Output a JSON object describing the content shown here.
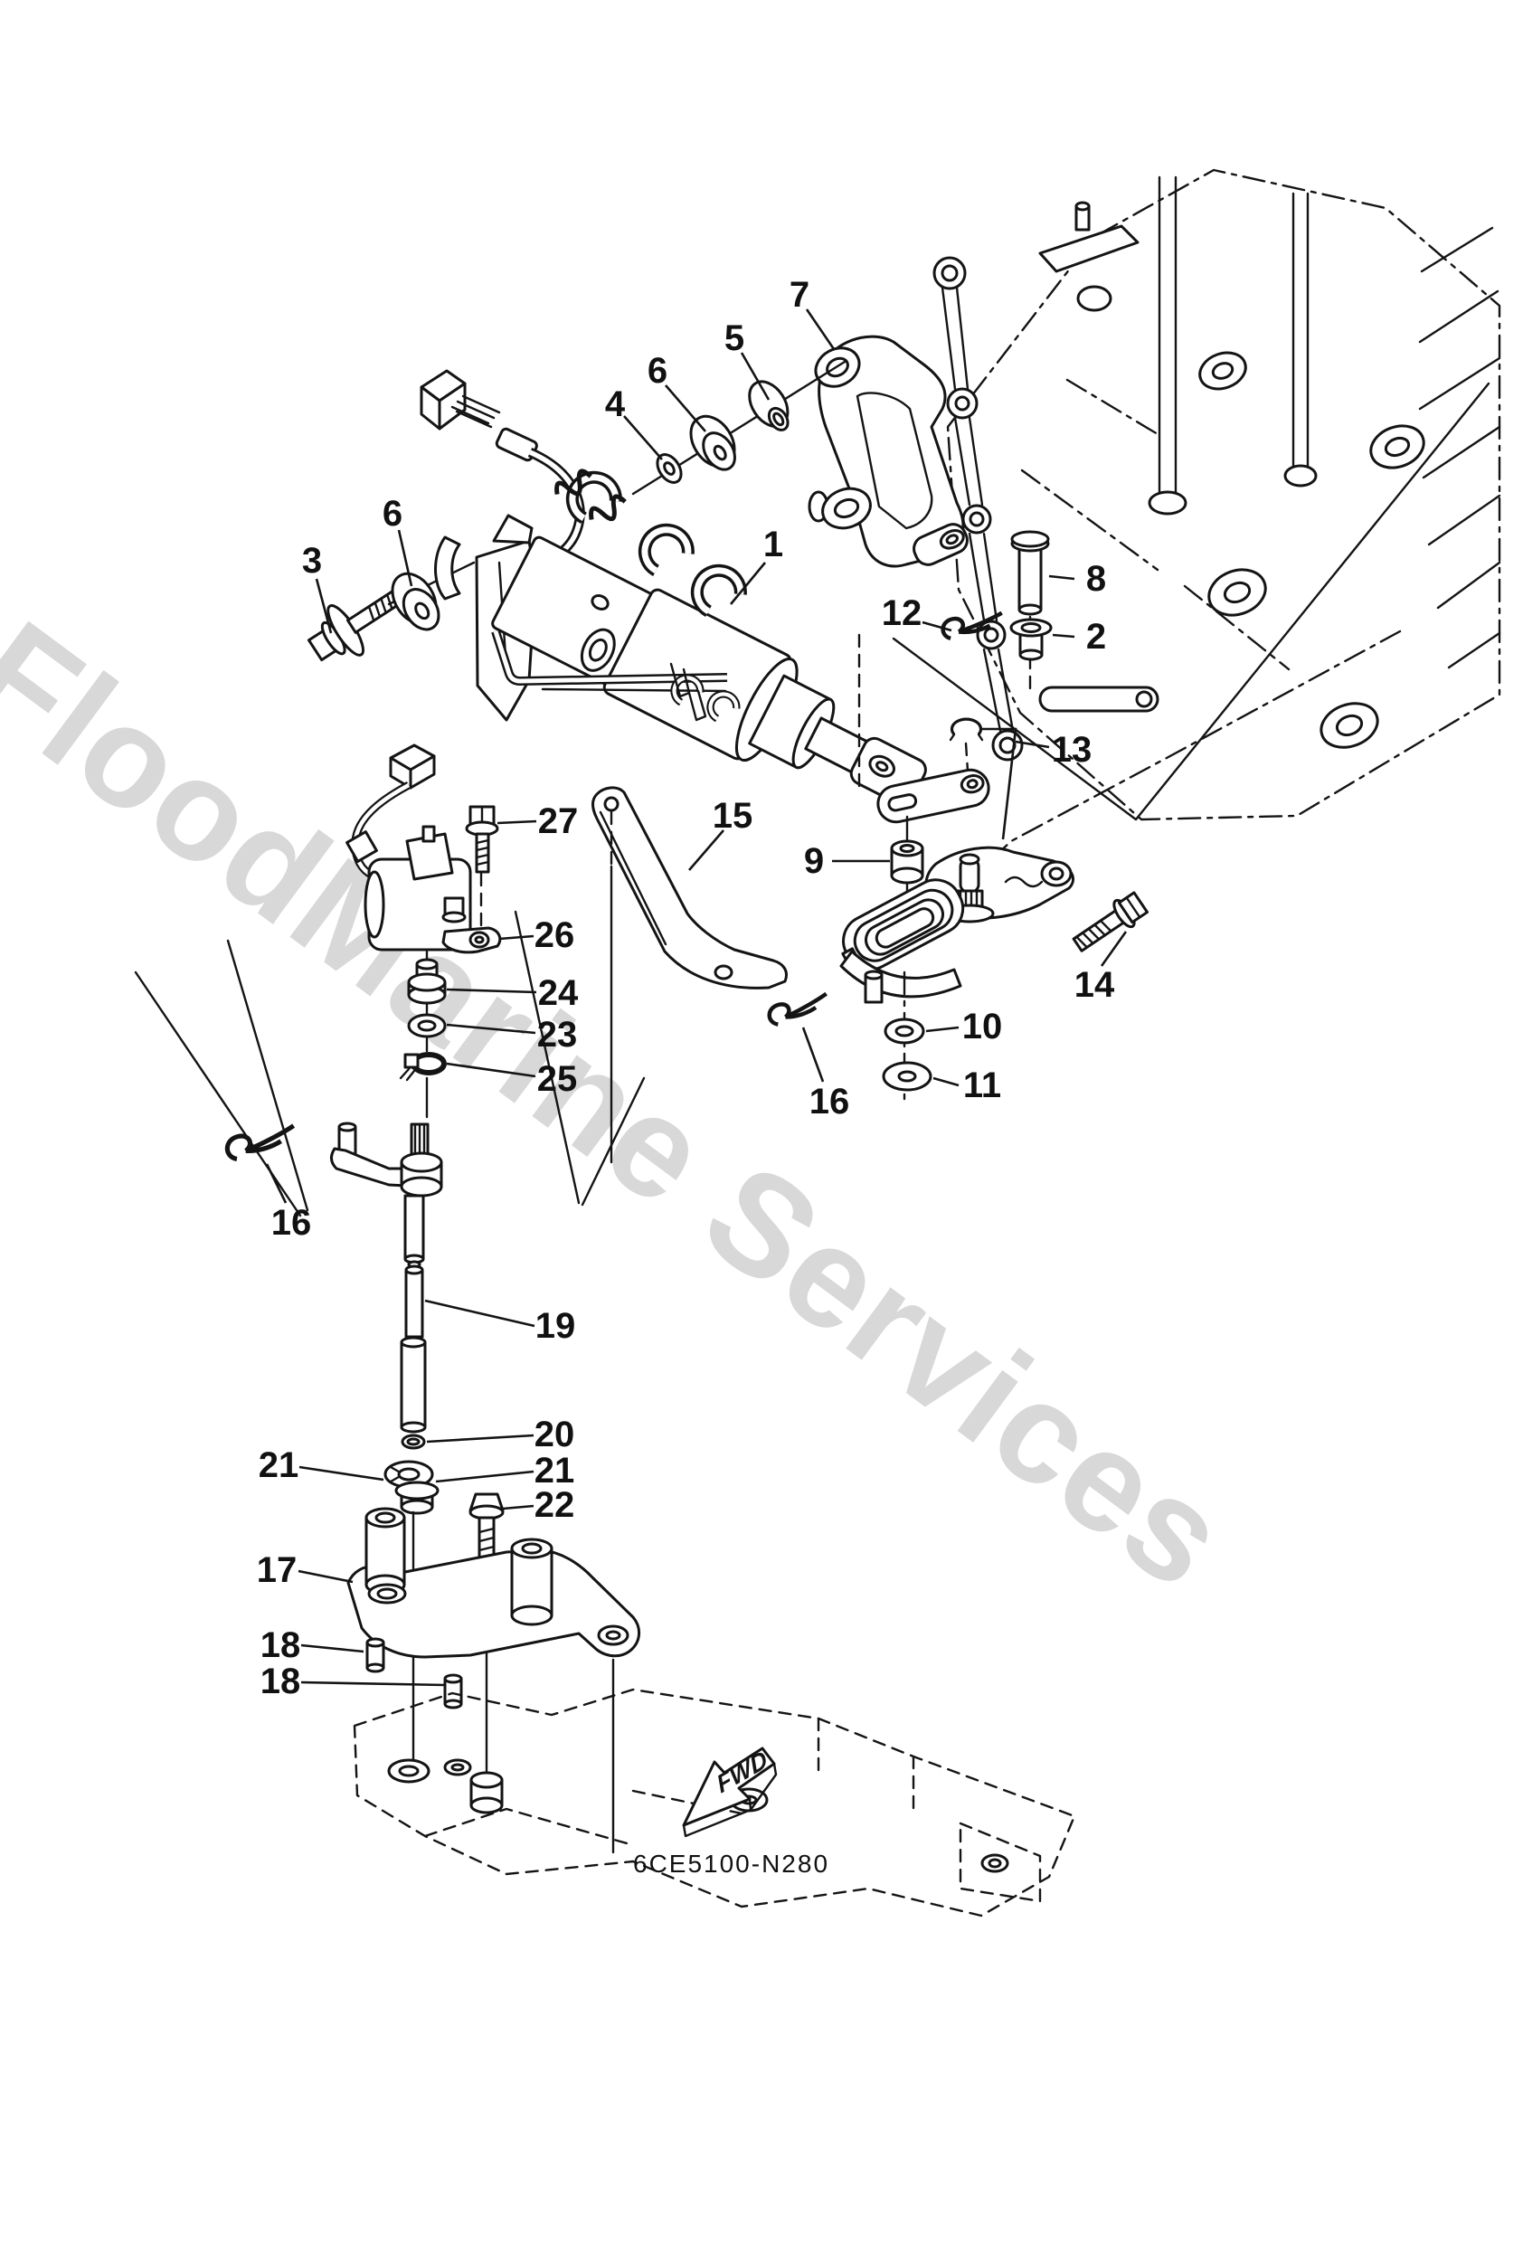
{
  "diagram": {
    "code": "6CE5100-N280",
    "fwd_label": "FWD",
    "watermark": "FloodMarine Services",
    "callouts": [
      {
        "text": "1"
      },
      {
        "text": "2"
      },
      {
        "text": "3"
      },
      {
        "text": "4"
      },
      {
        "text": "5"
      },
      {
        "text": "6"
      },
      {
        "text": "6"
      },
      {
        "text": "7"
      },
      {
        "text": "8"
      },
      {
        "text": "9"
      },
      {
        "text": "10"
      },
      {
        "text": "11"
      },
      {
        "text": "12"
      },
      {
        "text": "13"
      },
      {
        "text": "14"
      },
      {
        "text": "15"
      },
      {
        "text": "16"
      },
      {
        "text": "16"
      },
      {
        "text": "17"
      },
      {
        "text": "18"
      },
      {
        "text": "18"
      },
      {
        "text": "19"
      },
      {
        "text": "20"
      },
      {
        "text": "21"
      },
      {
        "text": "21"
      },
      {
        "text": "22"
      },
      {
        "text": "23"
      },
      {
        "text": "24"
      },
      {
        "text": "25"
      },
      {
        "text": "26"
      },
      {
        "text": "27"
      }
    ]
  }
}
